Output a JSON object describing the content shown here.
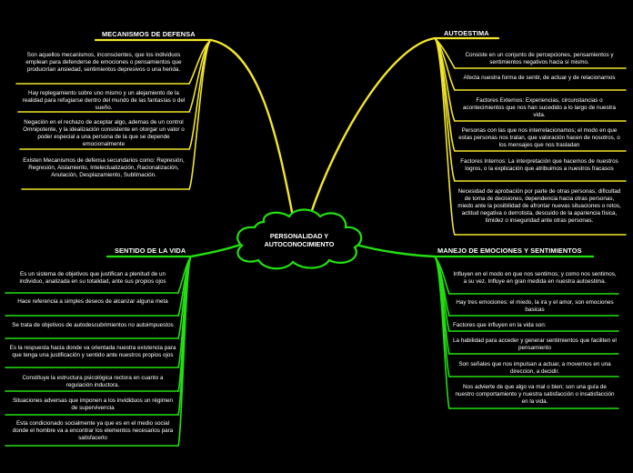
{
  "colors": {
    "background": "#000000",
    "defensa": "#f2e62a",
    "autoestima": "#f2e62a",
    "sentido": "#22e010",
    "emociones": "#22e010",
    "center_fill": "#000000",
    "center_stroke": "#22e010"
  },
  "center": {
    "label": "PERSONALIDAD Y AUTOCONOCIMIENTO",
    "icon": "cloud-shape"
  },
  "branches": {
    "defensa": {
      "title": "MECANISMOS DE DEFENSA",
      "items": [
        "Son aquellos mecanismos, inconscientes, que los individuos emplean para defenderse de emociones o pensamientos que producirían ansiedad, sentimientos depresivos o una herida.",
        "Hay replegamiento sobre uno mismo y un alejamiento de la realidad para refugiarse dentro del mundo de las fantasías o del sueño.",
        "Negación en el rechazo de aceptar algo, ademas de un control Omnipotente, y la idealización consistente en otorgar un valor o poder especial a una persona de la que se depende emocionalmente",
        "Existen Mecanismos de defensa secundarios como: Represión, Regresión, Aislamiento, Intelectualización, Racionalización, Anulación, Desplazamiento, Sublimación."
      ]
    },
    "autoestima": {
      "title": "AUTOESTIMA",
      "items": [
        "Consiste en un conjunto de percepciones, pensamientos y sentimientos negativos hacia sí mismo.",
        "Afecta nuestra forma de sentir, de actuar y de relacionarnos",
        "Factores Externos: Experiencias, circunstancias o acontecimientos que nos han sucedido a lo largo de nuestra vida.",
        "Personas con las que nos interrelacionamos; el modo en que estas personas nos tratan, que valoración hacen de nosotros, o los mensajes que nos trasladan",
        "Factores Internos: La interpretación que hacemos de nuestros logros, o la explicación que atribuimos a nuestros fracasos",
        "Necesidad de aprobación por parte de otras personas, dificultad de toma de decisiones, dependencia hacia otras personas, miedo ante la posibilidad de afrontar nuevas situaciones o retos, actitud negativa o derrotista, descuido de la apariencia física, timidez o inseguridad ante otras personas."
      ]
    },
    "sentido": {
      "title": "SENTIDO DE LA VIDA",
      "items": [
        "Es un sistema de objetivos que justifican a plenitud de un individuo, analizada en su totalidad, ante sus propios ojos",
        "Hace referencia a simples deseos de alcanzar alguna meta",
        "Se trata de objetivos de autodescubrimientos no autoimpuestos",
        "Es la respuesta hacia donde va orientada nuestra existencia para que tenga una justificación y sentido ante nuestros propios ojos",
        "Constituye la estructura psicológica rectora en cuanto a regulación inductora.",
        "Situaciones adversas que imponen a los invididuos un régimen de supervivencia",
        "Esta condicionado socialmente ya que es en el medio social donde el hombre va a encontrar los elementos necesarios para satisfacerlo"
      ]
    },
    "emociones": {
      "title": "MANEJO DE EMOCIONES Y SENTIMIENTOS",
      "items": [
        "Influyen en el modo en que nos sentimos; y como nos sentimos, a su vez, Influye en gran medida en nuestra autoestima.",
        "Hay tres emociones: el miedo, la ira y el amor, son emociones basicas",
        "Factores que influyen en la vida son:",
        "La habilidad para acceder y generar sentimientos que faciliten el pensamiento",
        "Son señales que nos impulsan a actuar, a movernos en una direccion, a decidir.",
        "Nos advierte de que algo va mal o bien; son una guía de nuestro comportamiento y nuestra satisfacción o insatisfacción en la vida."
      ]
    }
  }
}
